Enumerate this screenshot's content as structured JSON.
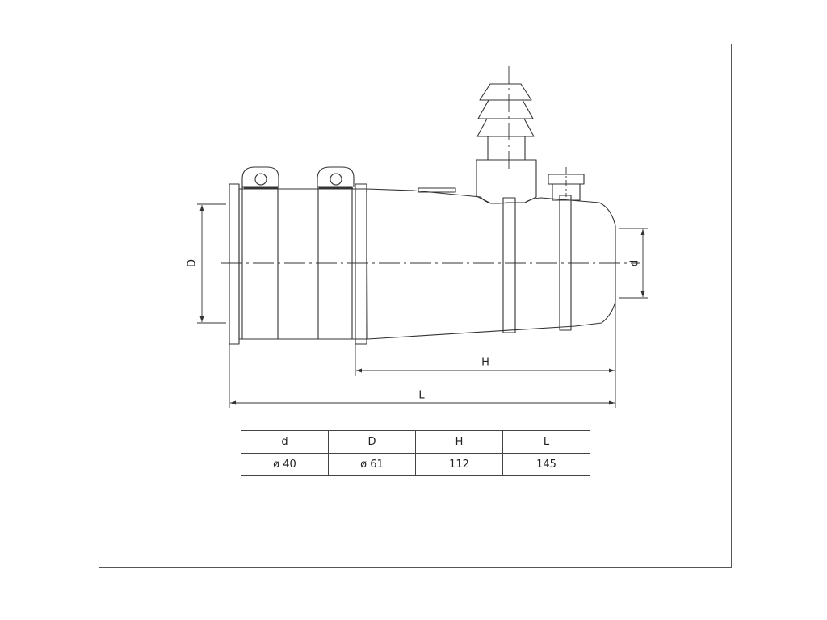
{
  "dimension_labels": {
    "outer_diameter": "D",
    "inner_diameter": "d",
    "height": "H",
    "length": "L"
  },
  "spec_table": {
    "headers": [
      "d",
      "D",
      "H",
      "L"
    ],
    "values": [
      "ø 40",
      "ø 61",
      "112",
      "145"
    ]
  },
  "colors": {
    "line": "#333333",
    "frame": "#555555",
    "background": "#ffffff"
  }
}
